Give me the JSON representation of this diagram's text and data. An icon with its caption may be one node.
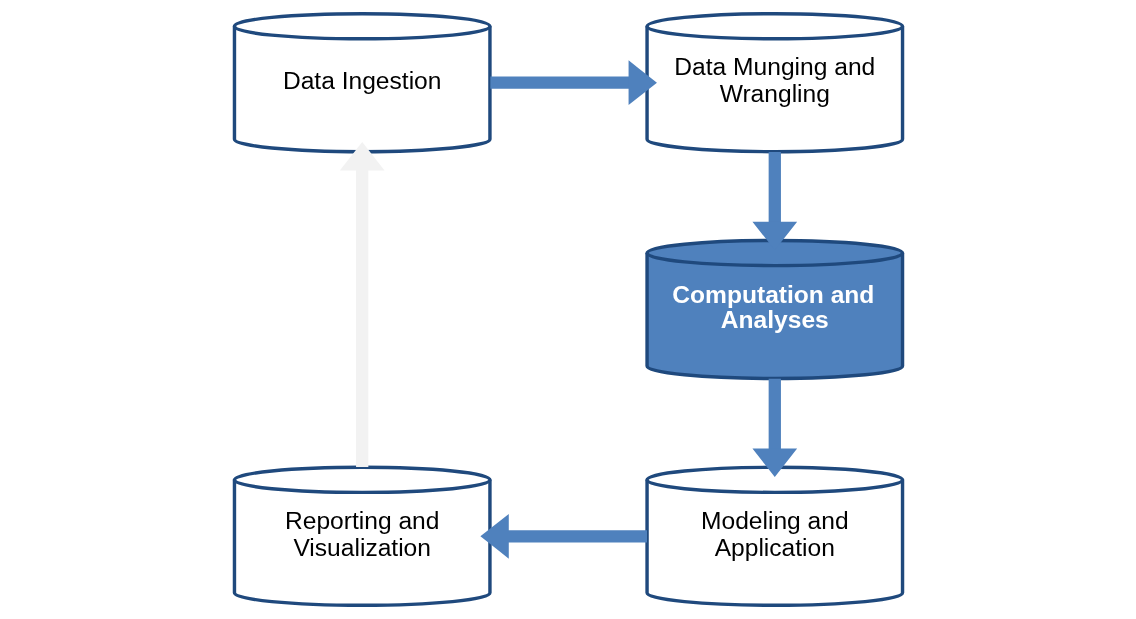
{
  "diagram": {
    "nodes": [
      {
        "text": [
          "Data Ingestion"
        ]
      },
      {
        "text": [
          "Data Munging and Wrangling"
        ]
      },
      {
        "text": [
          "Computation and Analyses"
        ]
      },
      {
        "text": [
          "Modeling and Application"
        ]
      },
      {
        "text": [
          "Reporting and Visualization"
        ]
      }
    ],
    "edges": [
      {
        "from": 0,
        "to": 1,
        "arrow": "to"
      },
      {
        "from": 1,
        "to": 2,
        "arrow": "to"
      },
      {
        "from": 2,
        "to": 3,
        "arrow": "to"
      },
      {
        "from": 3,
        "to": 4,
        "arrow": "to"
      },
      {
        "from": 4,
        "to": 0,
        "arrow": "to",
        "color": "#f2f2f2"
      }
    ]
  }
}
